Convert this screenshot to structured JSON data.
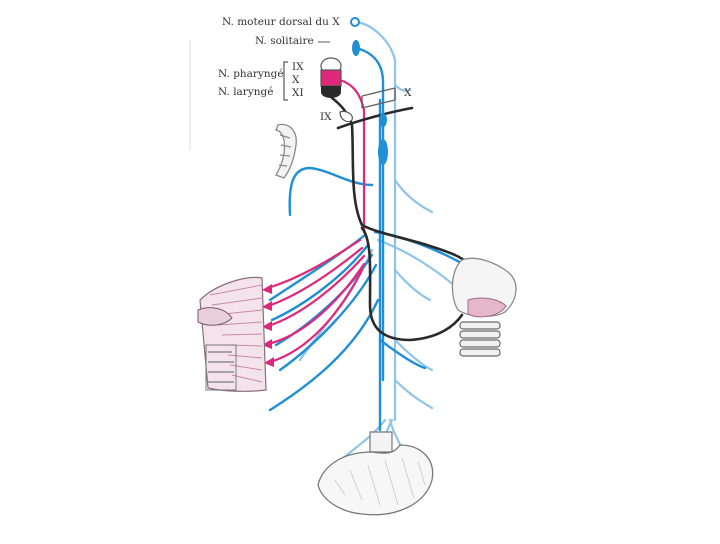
{
  "labels": {
    "moteur_dorsal": "N. moteur dorsal du X",
    "solitaire": "N. solitaire",
    "pharynge": "N. pharyngé",
    "larynge": "N. laryngé",
    "nerve_ix": "IX",
    "nerve_x": "X",
    "nerve_xi": "XI",
    "x_right": "X",
    "ix_lower": "IX"
  },
  "colors": {
    "motor_blue": "#1f8fd6",
    "light_blue": "#8fc4ea",
    "pink": "#e0287a",
    "black": "#2a2a2a",
    "grey_line": "#9a9a9a",
    "organ_pink": "#c98aa6"
  }
}
